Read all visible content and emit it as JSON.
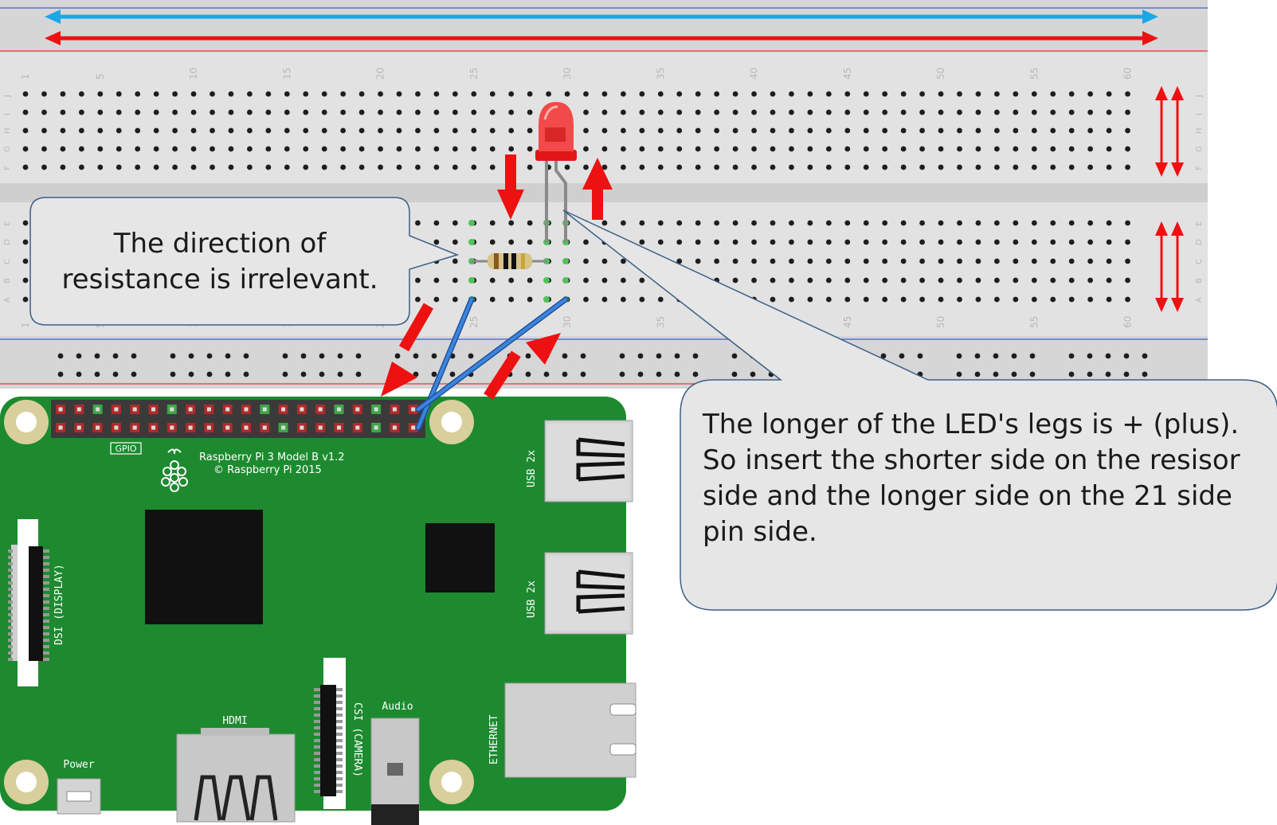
{
  "callouts": {
    "resistor_note": {
      "lines": [
        "The direction of",
        "resistance is irrelevant."
      ]
    },
    "led_note": {
      "lines": [
        "The longer of the LED's legs is + (plus).",
        "So insert the shorter side on the resisor",
        "side and the longer side on the 21 side",
        "pin side."
      ]
    }
  },
  "breadboard": {
    "column_numbers": [
      "1",
      "5",
      "10",
      "15",
      "20",
      "25",
      "30",
      "35",
      "40",
      "45",
      "50",
      "55",
      "60"
    ],
    "row_letters_top": [
      "J",
      "I",
      "H",
      "G",
      "F"
    ],
    "row_letters_bottom": [
      "E",
      "D",
      "C",
      "B",
      "A"
    ]
  },
  "raspberry_pi": {
    "gpio_label": "GPIO",
    "model_line": "Raspberry Pi 3 Model B v1.2",
    "copyright_line": "© Raspberry Pi 2015",
    "usb_label": "USB 2x",
    "display_label": "DSI (DISPLAY)",
    "camera_label": "CSI (CAMERA)",
    "hdmi_label": "HDMI",
    "audio_label": "Audio",
    "power_label": "Power",
    "ethernet_label": "ETHERNET"
  },
  "colors": {
    "board_green": "#1d8a2f",
    "breadboard_gray": "#dedede",
    "arrow_red": "#ee1111",
    "rail_blue": "#1aa7e8",
    "wire_blue": "#2a6fd0",
    "callout_fill": "#e6e6e6",
    "callout_border": "#3c5f86"
  }
}
